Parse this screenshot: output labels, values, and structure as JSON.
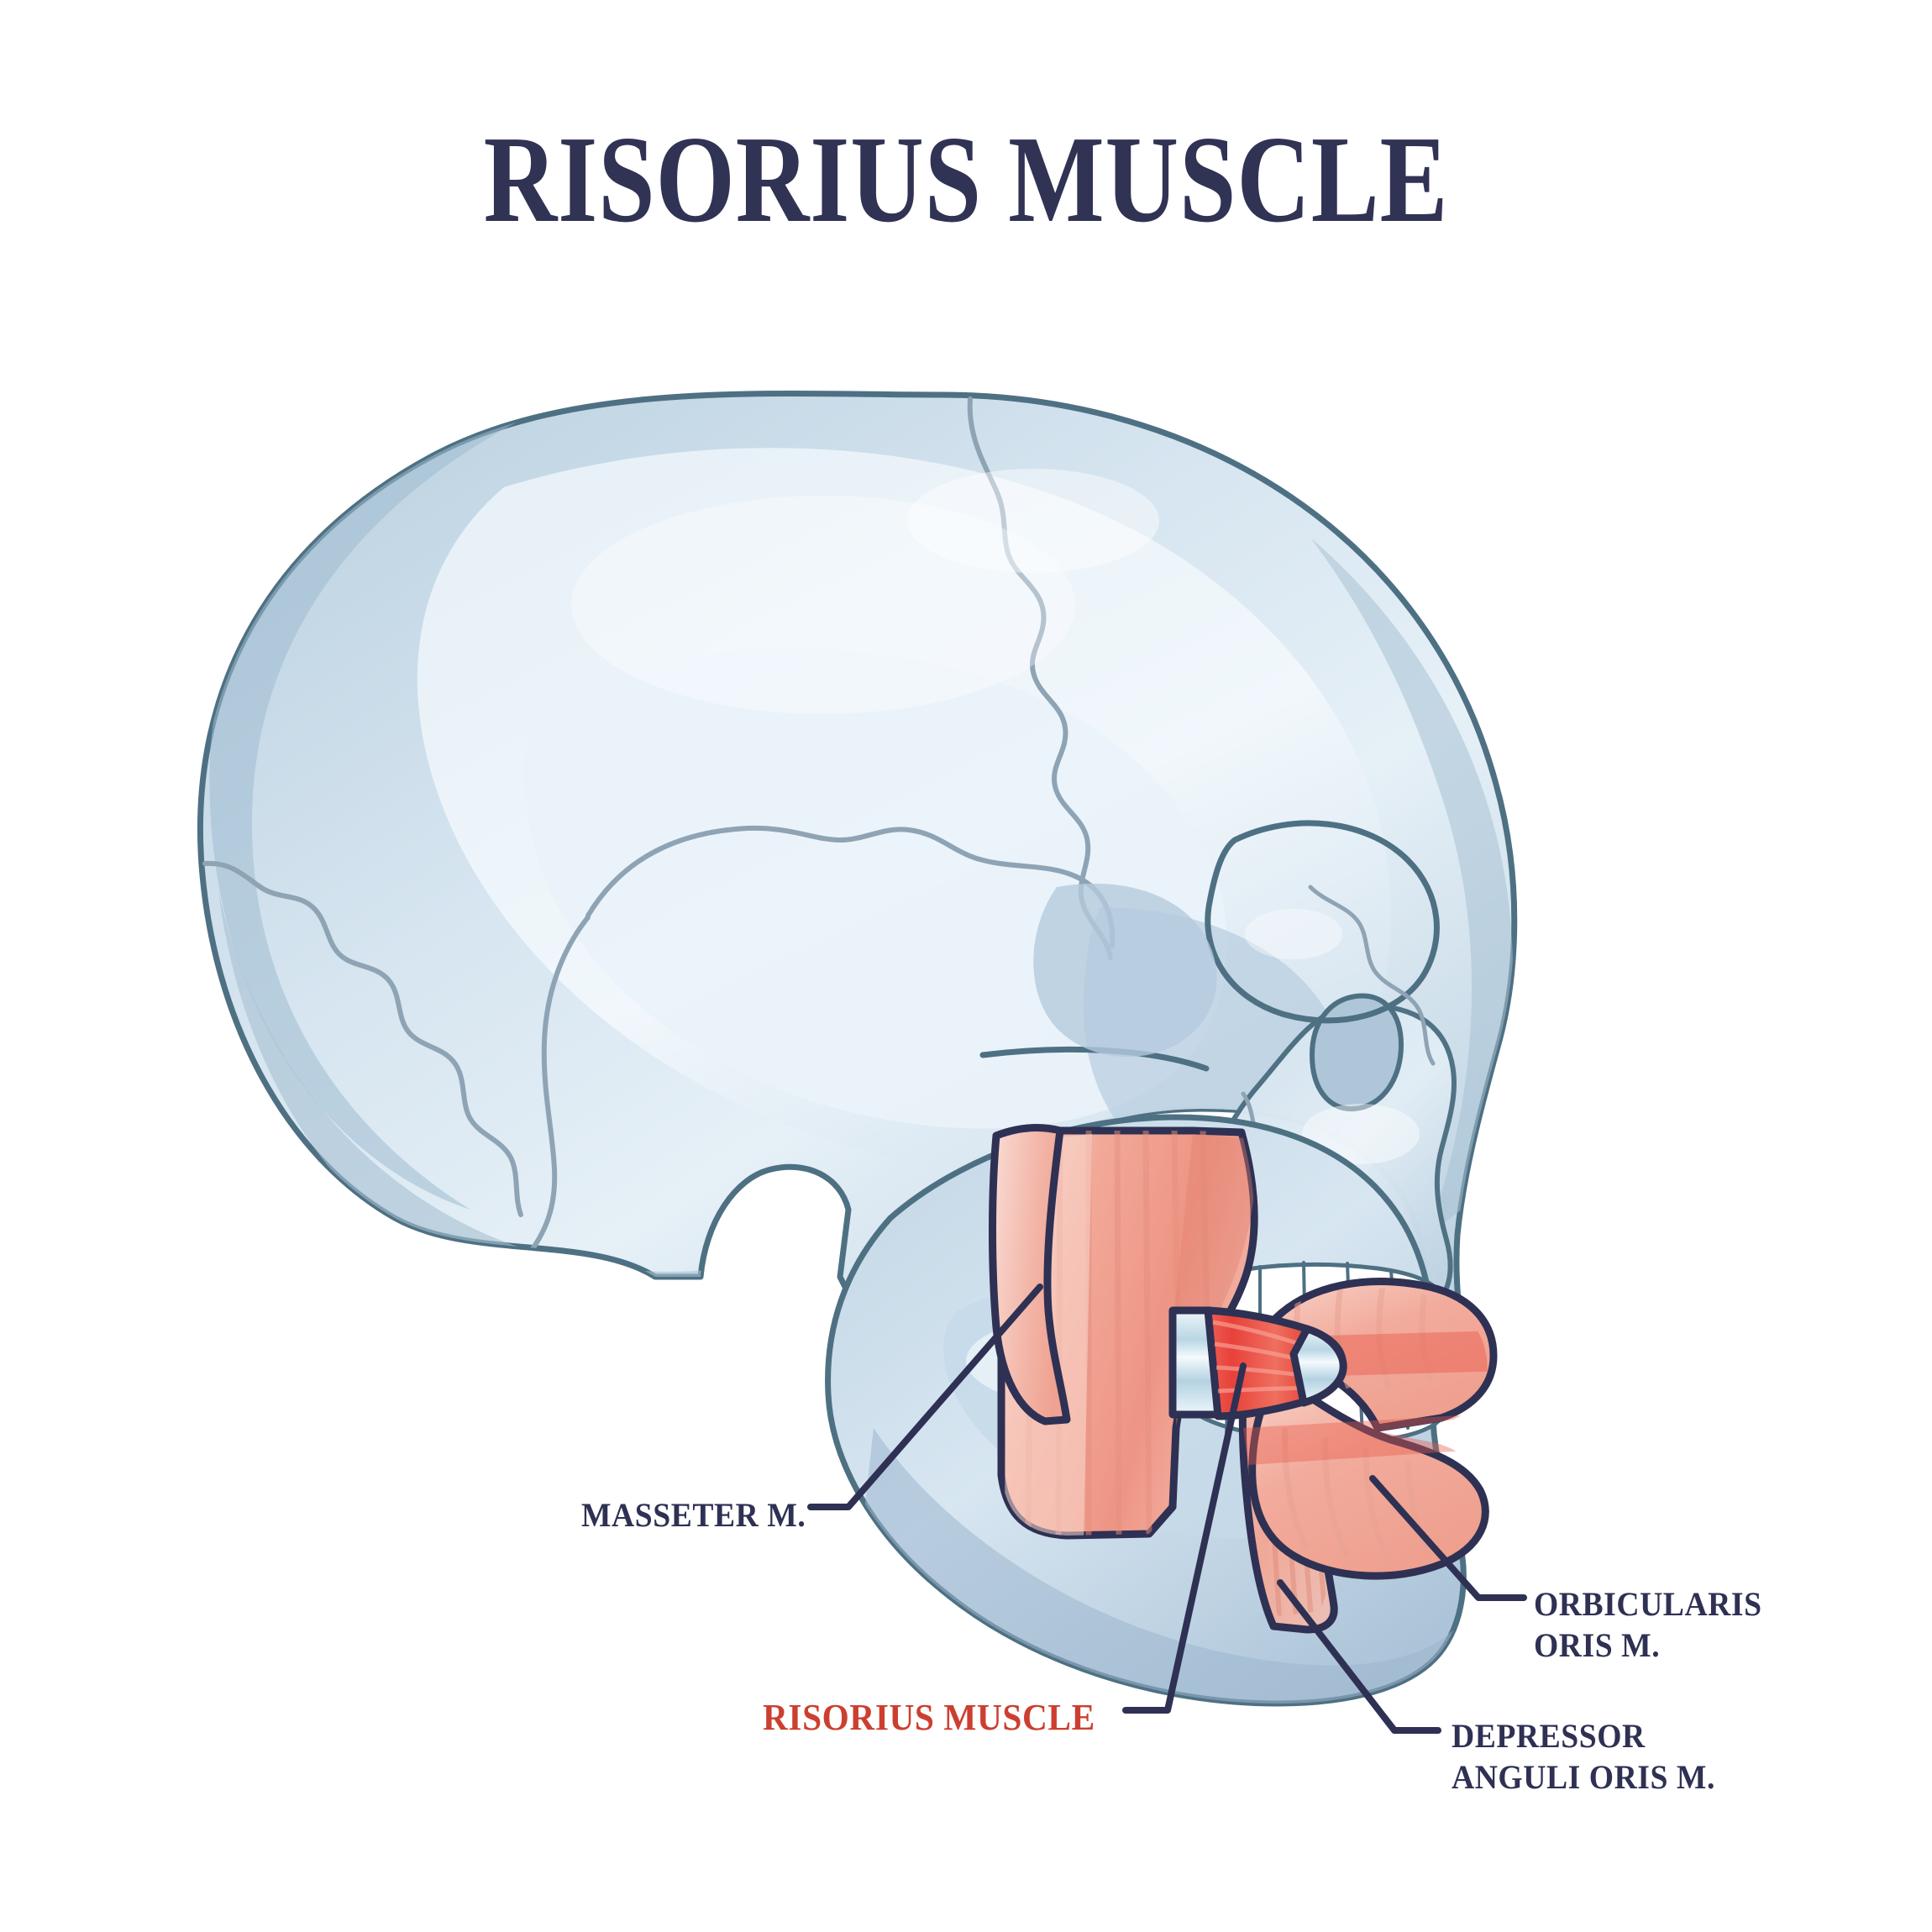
{
  "title": "RISORIUS MUSCLE",
  "labels": {
    "masseter": "MASSETER M.",
    "risorius": "RISORIUS MUSCLE",
    "orbicularis_line1": "ORBICULARIS",
    "orbicularis_line2": "ORIS M.",
    "depressor_line1": "DEPRESSOR",
    "depressor_line2": "ANGULI ORIS M."
  },
  "colors": {
    "title": "#313355",
    "label_text": "#2e3153",
    "highlight_label": "#cc3f30",
    "leader_line": "#2e3153",
    "background": "#ffffff",
    "bone_outline": "#4e7083",
    "bone_fill_light": "#e3eef6",
    "bone_fill_mid": "#cfdfec",
    "bone_fill_dark": "#afc6d8",
    "bone_shadow": "#9fb8cc",
    "muscle_outline": "#2e3153",
    "muscle_fill_light": "#f6c9bf",
    "muscle_fill_mid": "#f0a396",
    "muscle_fill_dark": "#e98c7d",
    "risorius_red": "#e8453c",
    "risorius_red_dark": "#d3342c",
    "tendon_pale": "#dcebf2",
    "tooth_white": "#ffffff",
    "tooth_shadow": "#dfe9f0"
  },
  "figure": {
    "type": "anatomical-illustration",
    "view": "lateral skull",
    "structures": [
      {
        "name": "cranium",
        "kind": "bone",
        "label": null
      },
      {
        "name": "mandible",
        "kind": "bone",
        "label": null
      },
      {
        "name": "teeth",
        "kind": "bone",
        "label": null
      },
      {
        "name": "masseter-muscle",
        "kind": "muscle",
        "label": "MASSETER M."
      },
      {
        "name": "risorius-muscle",
        "kind": "muscle",
        "label": "RISORIUS MUSCLE",
        "highlighted": true
      },
      {
        "name": "orbicularis-oris",
        "kind": "muscle",
        "label": "ORBICULARIS ORIS M."
      },
      {
        "name": "depressor-anguli-oris",
        "kind": "muscle",
        "label": "DEPRESSOR ANGULI ORIS M."
      }
    ]
  }
}
